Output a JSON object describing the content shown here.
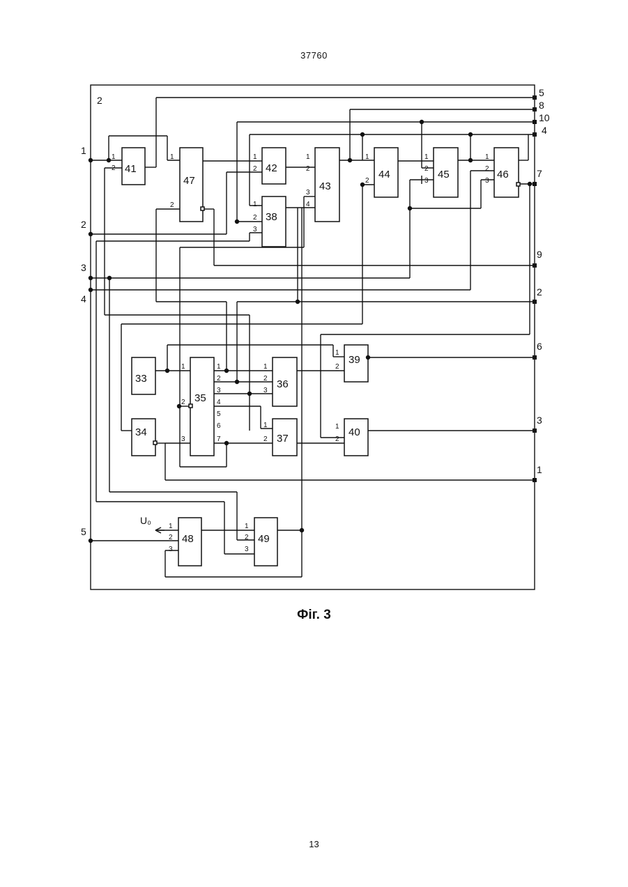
{
  "header": {
    "doc_number": "37760"
  },
  "figure": {
    "caption": "Фіг. 3"
  },
  "footer": {
    "page_number": "13"
  },
  "diagram": {
    "module_label": "2",
    "voltage_label": "U₀",
    "blocks": [
      {
        "id": "33",
        "label": "33"
      },
      {
        "id": "34",
        "label": "34"
      },
      {
        "id": "35",
        "label": "35",
        "pins_left": [
          "1",
          "2",
          "3"
        ],
        "pins_right": [
          "1",
          "2",
          "3",
          "4",
          "5",
          "6",
          "7"
        ]
      },
      {
        "id": "36",
        "label": "36",
        "pins": [
          "1",
          "2",
          "3"
        ]
      },
      {
        "id": "37",
        "label": "37",
        "pins": [
          "1",
          "2"
        ]
      },
      {
        "id": "38",
        "label": "38",
        "pins": [
          "1",
          "2",
          "3"
        ]
      },
      {
        "id": "39",
        "label": "39",
        "pins": [
          "1",
          "2"
        ]
      },
      {
        "id": "40",
        "label": "40",
        "pins": [
          "1",
          "2"
        ]
      },
      {
        "id": "41",
        "label": "41",
        "pins": [
          "1",
          "2"
        ]
      },
      {
        "id": "42",
        "label": "42",
        "pins": [
          "1",
          "2"
        ]
      },
      {
        "id": "43",
        "label": "43",
        "pins": [
          "1",
          "2",
          "3",
          "4"
        ]
      },
      {
        "id": "44",
        "label": "44",
        "pins": [
          "1",
          "2"
        ]
      },
      {
        "id": "45",
        "label": "45",
        "pins": [
          "1",
          "2",
          "3"
        ]
      },
      {
        "id": "46",
        "label": "46",
        "pins": [
          "1",
          "2",
          "3"
        ]
      },
      {
        "id": "47",
        "label": "47",
        "pins": [
          "1",
          "2"
        ]
      },
      {
        "id": "48",
        "label": "48",
        "pins": [
          "1",
          "2",
          "3"
        ]
      },
      {
        "id": "49",
        "label": "49",
        "pins": [
          "1",
          "2",
          "3"
        ]
      }
    ],
    "left_terminals": [
      "1",
      "2",
      "3",
      "4",
      "5"
    ],
    "right_terminals": [
      "5",
      "8",
      "10",
      "4",
      "7",
      "9",
      "2",
      "6",
      "3",
      "1"
    ]
  }
}
